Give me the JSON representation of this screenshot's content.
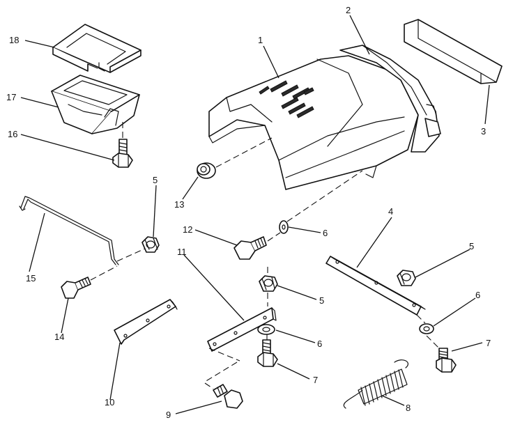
{
  "callouts": [
    {
      "id": "c1",
      "label": "1"
    },
    {
      "id": "c2",
      "label": "2"
    },
    {
      "id": "c3",
      "label": "3"
    },
    {
      "id": "c4",
      "label": "4"
    },
    {
      "id": "c5a",
      "label": "5"
    },
    {
      "id": "c5b",
      "label": "5"
    },
    {
      "id": "c5c",
      "label": "5"
    },
    {
      "id": "c6a",
      "label": "6"
    },
    {
      "id": "c6b",
      "label": "6"
    },
    {
      "id": "c6c",
      "label": "6"
    },
    {
      "id": "c7a",
      "label": "7"
    },
    {
      "id": "c7b",
      "label": "7"
    },
    {
      "id": "c8",
      "label": "8"
    },
    {
      "id": "c9",
      "label": "9"
    },
    {
      "id": "c10",
      "label": "10"
    },
    {
      "id": "c11",
      "label": "11"
    },
    {
      "id": "c12",
      "label": "12"
    },
    {
      "id": "c13",
      "label": "13"
    },
    {
      "id": "c14",
      "label": "14"
    },
    {
      "id": "c15",
      "label": "15"
    },
    {
      "id": "c16",
      "label": "16"
    },
    {
      "id": "c17",
      "label": "17"
    },
    {
      "id": "c18",
      "label": "18"
    }
  ]
}
